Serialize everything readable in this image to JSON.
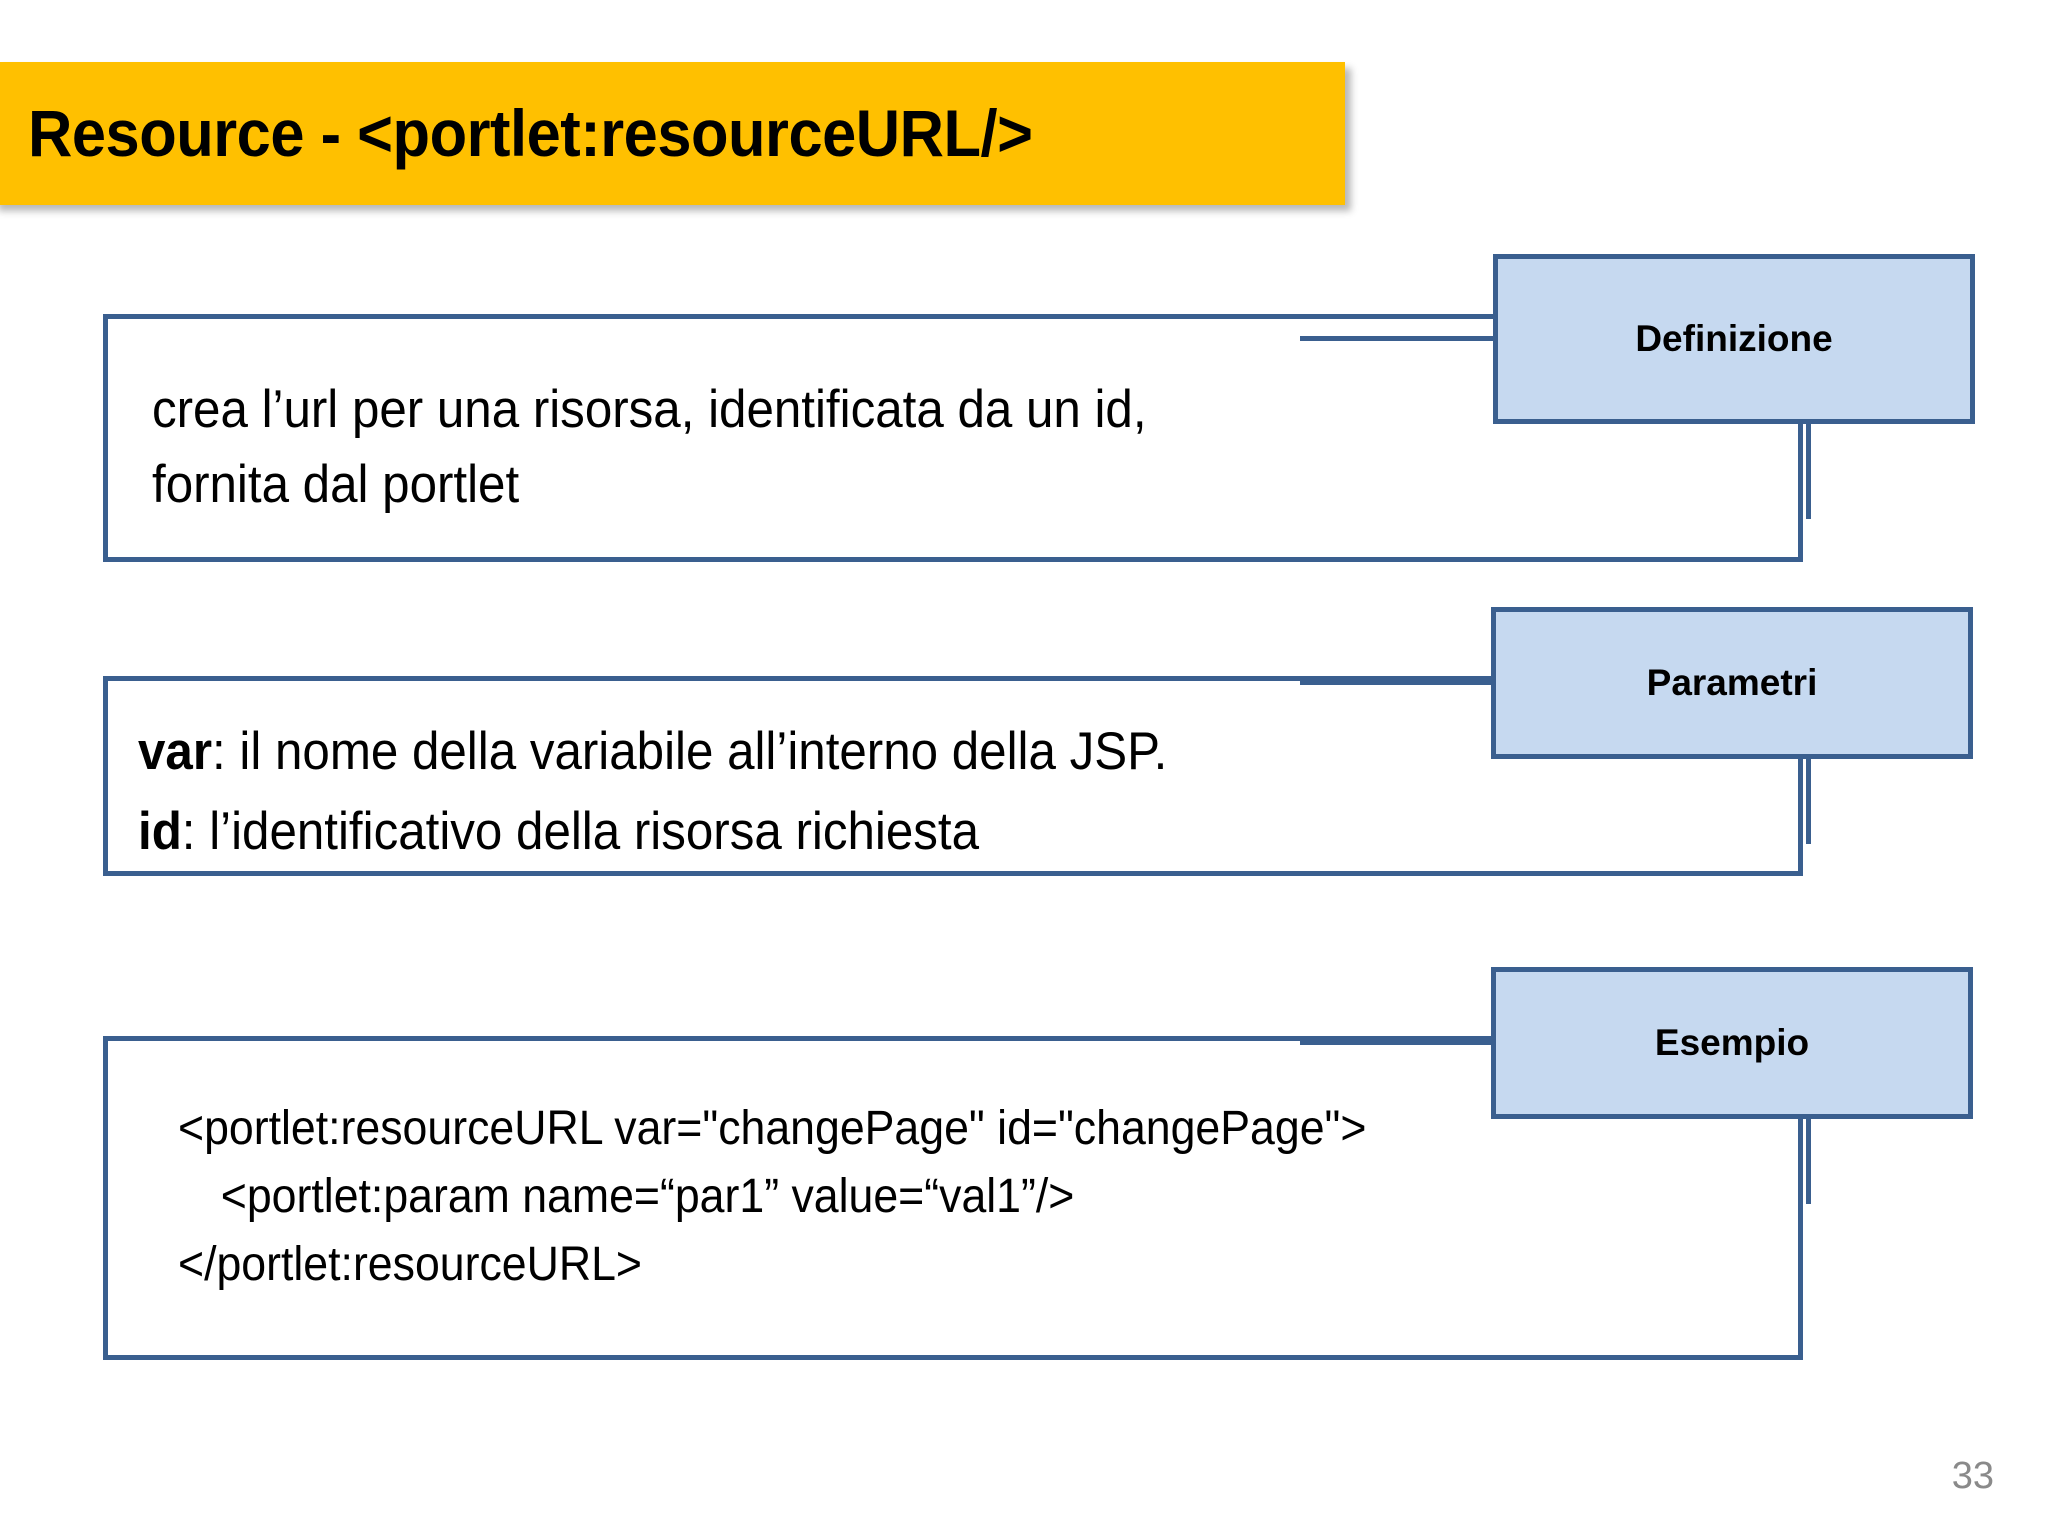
{
  "slide": {
    "title": "Resource - <portlet:resourceURL/>",
    "title_banner_color": "#FFC000",
    "page_number": "33",
    "accent_border_color": "#3A5F8F",
    "badge_fill_color": "#C6D9F0"
  },
  "sections": [
    {
      "badge_label": "Definizione",
      "lines": [
        "crea l’url per una risorsa, identificata da un id,",
        "fornita dal portlet"
      ]
    },
    {
      "badge_label": "Parametri",
      "lines": [
        "var: il nome della variabile all’interno della JSP.",
        "id: l’identificativo della risorsa richiesta"
      ],
      "bold_prefixes": [
        "var",
        "id"
      ]
    },
    {
      "badge_label": "Esempio",
      "lines": [
        "<portlet:resourceURL var=\"changePage\" id=\"changePage\">",
        "<portlet:param name=“par1” value=“val1”/>",
        "</portlet:resourceURL>"
      ]
    }
  ]
}
